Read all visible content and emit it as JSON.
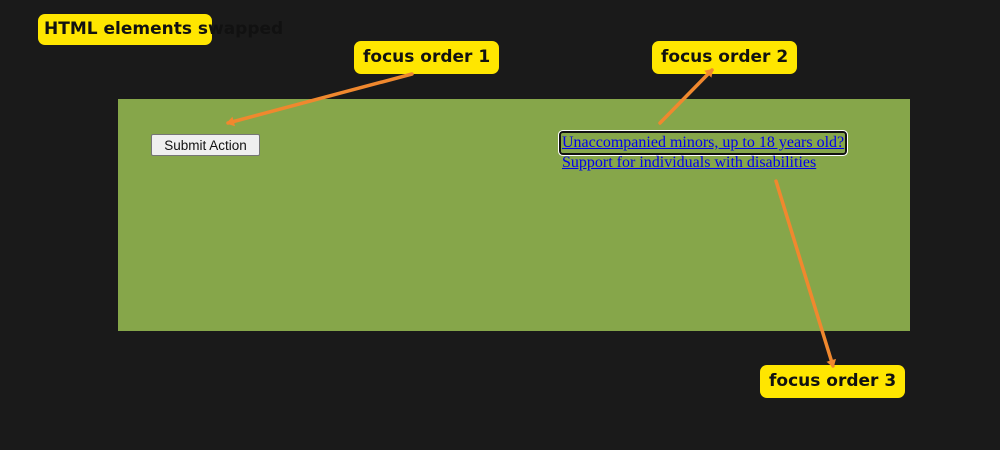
{
  "labels": {
    "swapped": "HTML elements swapped",
    "focus1": "focus order 1",
    "focus2": "focus order 2",
    "focus3": "focus order 3"
  },
  "panel": {
    "button_label": "Submit Action",
    "links": [
      "Unaccompanied minors, up to 18 years old?",
      "Support for individuals with disabilities"
    ]
  },
  "colors": {
    "background": "#1a1a1a",
    "panel": "#86a64a",
    "callout": "#ffe600",
    "arrow": "#f0882e",
    "link": "#0000ee"
  }
}
